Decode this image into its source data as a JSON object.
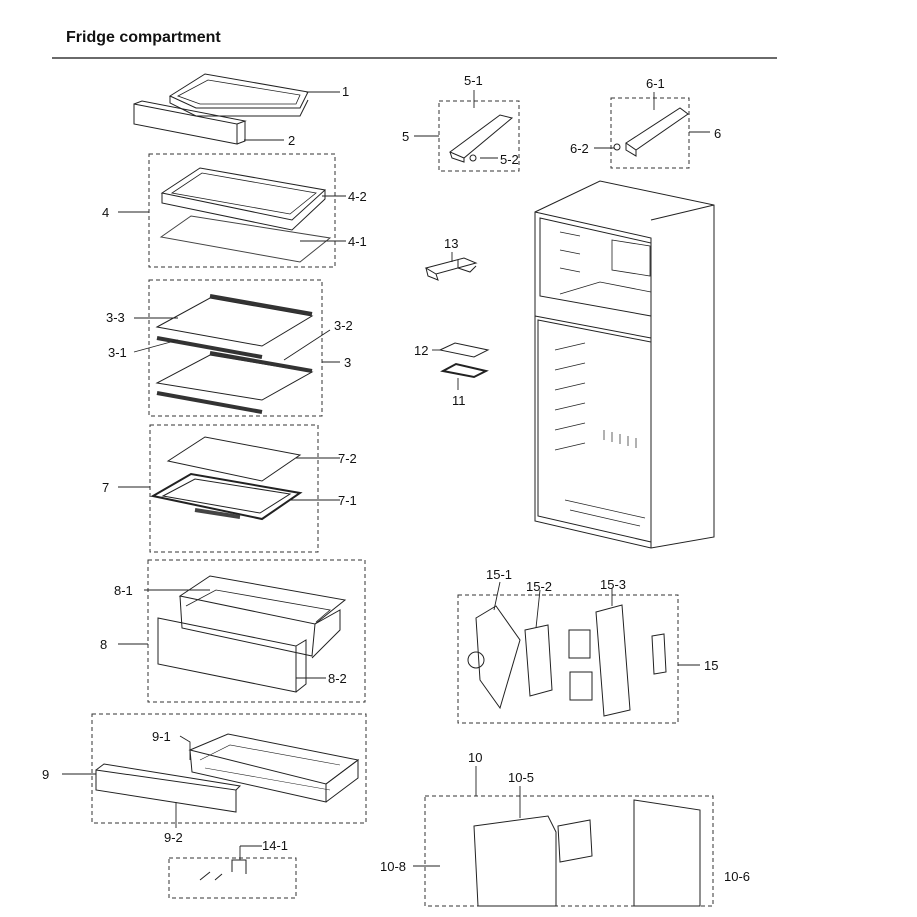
{
  "header": {
    "title": "Fridge compartment"
  },
  "callouts": [
    {
      "id": "c1",
      "text": "1"
    },
    {
      "id": "c2",
      "text": "2"
    },
    {
      "id": "c4",
      "text": "4"
    },
    {
      "id": "c4-2",
      "text": "4-2"
    },
    {
      "id": "c4-1",
      "text": "4-1"
    },
    {
      "id": "c3-3",
      "text": "3-3"
    },
    {
      "id": "c3-2",
      "text": "3-2"
    },
    {
      "id": "c3-1",
      "text": "3-1"
    },
    {
      "id": "c3",
      "text": "3"
    },
    {
      "id": "c7",
      "text": "7"
    },
    {
      "id": "c7-2",
      "text": "7-2"
    },
    {
      "id": "c7-1",
      "text": "7-1"
    },
    {
      "id": "c8-1",
      "text": "8-1"
    },
    {
      "id": "c8",
      "text": "8"
    },
    {
      "id": "c8-2",
      "text": "8-2"
    },
    {
      "id": "c9-1",
      "text": "9-1"
    },
    {
      "id": "c9",
      "text": "9"
    },
    {
      "id": "c9-2",
      "text": "9-2"
    },
    {
      "id": "c14-1",
      "text": "14-1"
    },
    {
      "id": "c5-1",
      "text": "5-1"
    },
    {
      "id": "c5",
      "text": "5"
    },
    {
      "id": "c5-2",
      "text": "5-2"
    },
    {
      "id": "c6-1",
      "text": "6-1"
    },
    {
      "id": "c6",
      "text": "6"
    },
    {
      "id": "c6-2",
      "text": "6-2"
    },
    {
      "id": "c13",
      "text": "13"
    },
    {
      "id": "c12",
      "text": "12"
    },
    {
      "id": "c11",
      "text": "11"
    },
    {
      "id": "c15-1",
      "text": "15-1"
    },
    {
      "id": "c15-2",
      "text": "15-2"
    },
    {
      "id": "c15-3",
      "text": "15-3"
    },
    {
      "id": "c15",
      "text": "15"
    },
    {
      "id": "c10",
      "text": "10"
    },
    {
      "id": "c10-5",
      "text": "10-5"
    },
    {
      "id": "c10-8",
      "text": "10-8"
    },
    {
      "id": "c10-6",
      "text": "10-6"
    }
  ]
}
